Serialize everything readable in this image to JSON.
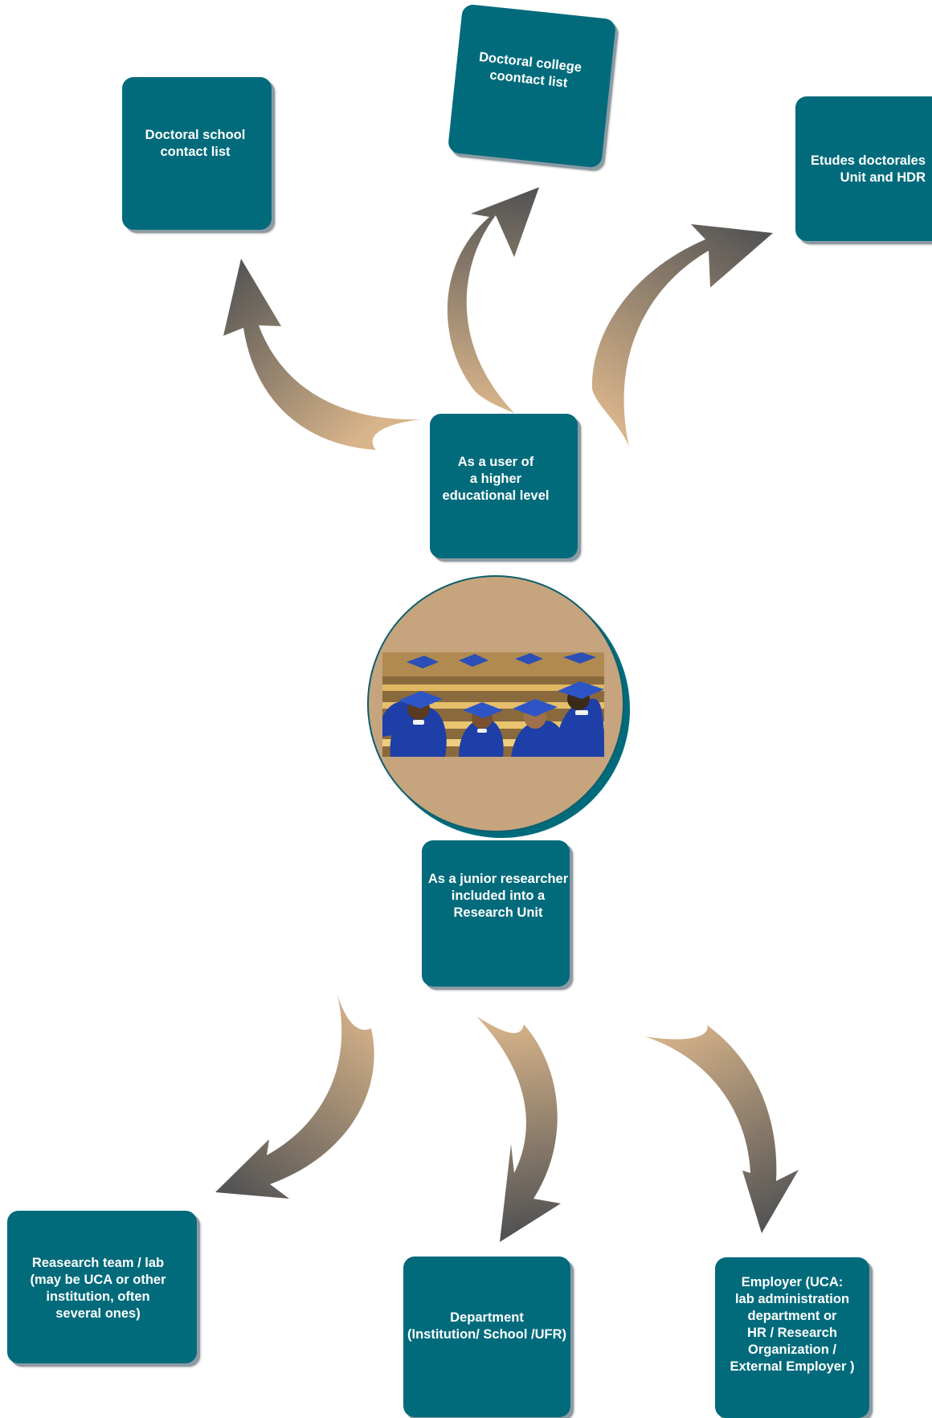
{
  "colors": {
    "box_fill": "#016b7c",
    "box_shadow": "#8c9aa3",
    "circle_fill": "#c5a47e",
    "arrow_light": "#d8b48a",
    "arrow_dark": "#545454",
    "photo_gown": "#1f3fa8"
  },
  "center": {
    "image": "graduates-in-caps-and-gowns-photo"
  },
  "nodes": {
    "doctoral_school": "Doctoral school\ncontact list",
    "doctoral_college": "Doctoral college\ncoontact list",
    "etudes_doctorales": "Etudes doctorales\nUnit and HDR",
    "user_higher_level": "As a user of\n  a higher\neducational level",
    "junior_researcher": "As a junior researcher\n  included into a\nResearch Unit",
    "research_team": "Reasearch team / lab\n(may be UCA or other\n  institution,  often\nseveral ones)",
    "department": "Department\n(Institution/ School /UFR)",
    "employer": "Employer (UCA:\nlab administration\n department or\nHR / Research\nOrganization  /\nExternal Employer )"
  }
}
